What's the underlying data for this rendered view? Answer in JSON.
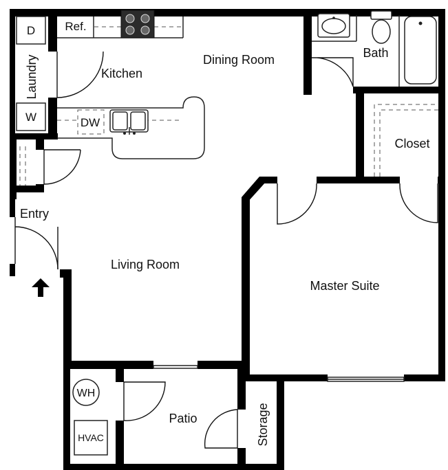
{
  "plan": {
    "rooms": {
      "dining_room": "Dining Room",
      "kitchen": "Kitchen",
      "bath": "Bath",
      "closet": "Closet",
      "laundry": "Laundry",
      "entry": "Entry",
      "living_room": "Living Room",
      "master_suite": "Master Suite",
      "patio": "Patio",
      "storage": "Storage"
    },
    "fixtures": {
      "refrigerator": "Ref.",
      "dryer": "D",
      "washer": "W",
      "dishwasher": "DW",
      "water_heater": "WH",
      "hvac": "HVAC"
    }
  }
}
